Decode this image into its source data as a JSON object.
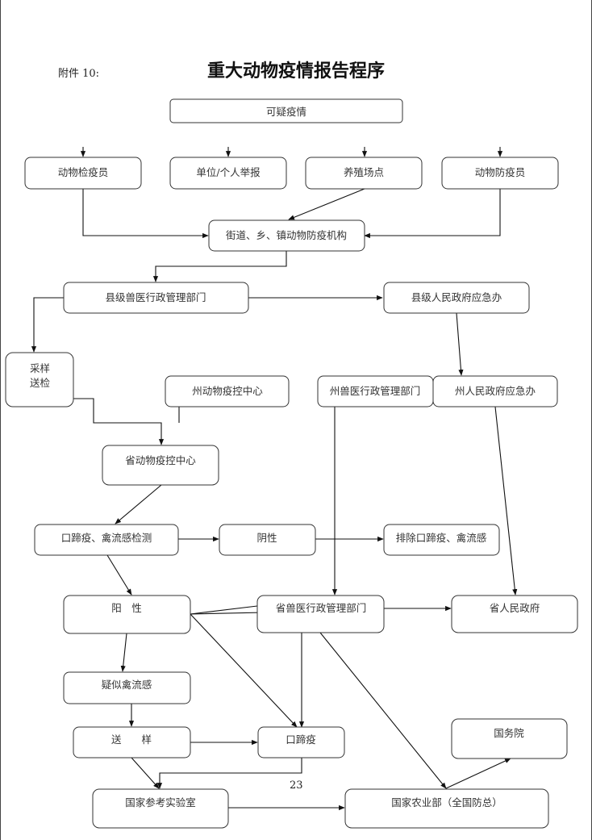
{
  "header": {
    "attachment": "附件 10:",
    "title": "重大动物疫情报告程序"
  },
  "footer": {
    "page_number": "23"
  },
  "nodes": {
    "suspected": "可疑疫情",
    "quarantine_officer": "动物检疫员",
    "unit_report": "单位/个人举报",
    "farm": "养殖场点",
    "prevention_officer": "动物防疫员",
    "township_agency": "街道、乡、镇动物防疫机构",
    "county_vet": "县级兽医行政管理部门",
    "county_gov": "县级人民政府应急办",
    "sampling_1": "采样",
    "sampling_2": "送检",
    "prefecture_cdc": "州动物疫控中心",
    "prefecture_vet": "州兽医行政管理部门",
    "prefecture_gov": "州人民政府应急办",
    "provincial_cdc": "省动物疫控中心",
    "fmd_ai_test": "口蹄疫、禽流感检测",
    "negative": "阴性",
    "exclude": "排除口蹄疫、禽流感",
    "positive": "阳　性",
    "provincial_vet": "省兽医行政管理部门",
    "provincial_gov": "省人民政府",
    "suspected_ai": "疑似禽流感",
    "send_sample": "送　　样",
    "fmd": "口蹄疫",
    "state_council": "国务院",
    "national_lab": "国家参考实验室",
    "ministry": "国家农业部（全国防总）"
  }
}
